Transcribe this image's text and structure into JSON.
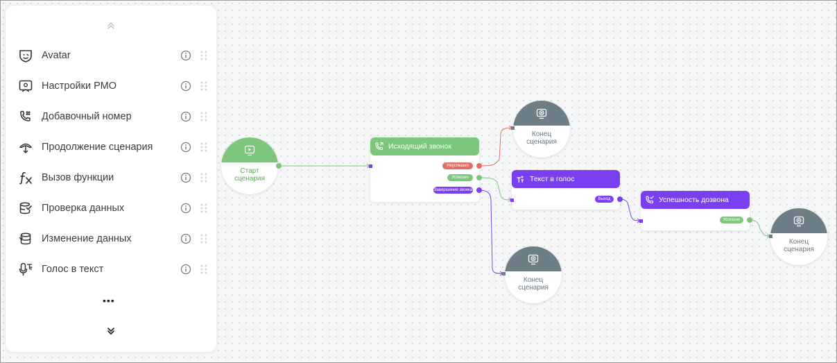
{
  "palette": {
    "items": [
      {
        "label": "Avatar",
        "icon": "avatar-icon"
      },
      {
        "label": "Настройки РМО",
        "icon": "workstation-settings-icon"
      },
      {
        "label": "Добавочный номер",
        "icon": "phone-extension-icon"
      },
      {
        "label": "Продолжение сценария",
        "icon": "continue-scenario-icon"
      },
      {
        "label": "Вызов функции",
        "icon": "function-icon"
      },
      {
        "label": "Проверка данных",
        "icon": "data-check-icon"
      },
      {
        "label": "Изменение данных",
        "icon": "data-edit-icon"
      },
      {
        "label": "Голос в текст",
        "icon": "speech-to-text-icon"
      }
    ],
    "more_label": "•••"
  },
  "flow": {
    "start": {
      "line1": "Старт",
      "line2": "сценария"
    },
    "end_top": {
      "line1": "Конец",
      "line2": "сценария"
    },
    "end_bottom": {
      "line1": "Конец",
      "line2": "сценария"
    },
    "end_right": {
      "line1": "Конец",
      "line2": "сценария"
    },
    "outgoing_call": {
      "title": "Исходящий звонок",
      "ports": {
        "fail": "Неуспешно",
        "success": "Успешно",
        "error": "Завершение звонка"
      }
    },
    "tts": {
      "title": "Текст в голос",
      "ports": {
        "next": "Выход"
      }
    },
    "dial_success": {
      "title": "Успешность дозвона",
      "ports": {
        "success": "Успешно"
      }
    }
  },
  "colors": {
    "green": "#7cc77c",
    "purple": "#7b3ff2",
    "red": "#e07065",
    "grey": "#6e7e86"
  }
}
